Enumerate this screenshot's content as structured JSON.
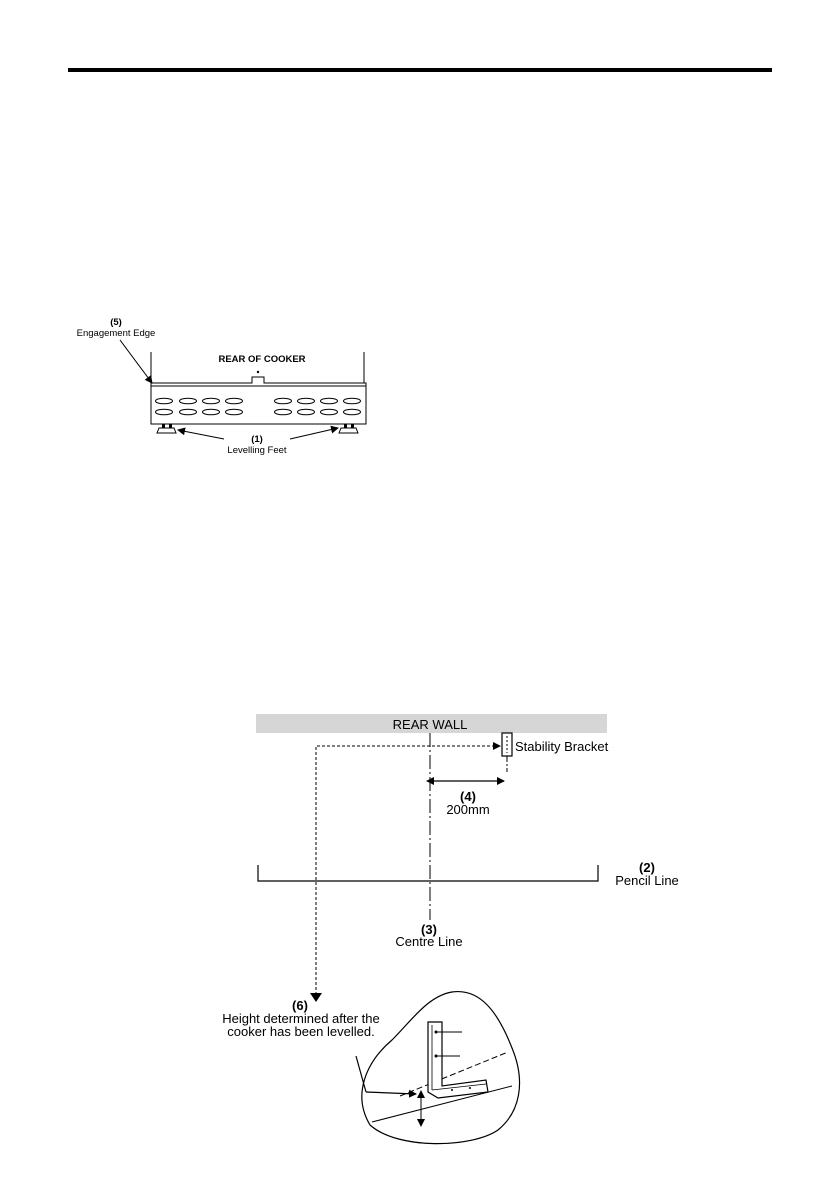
{
  "figure1": {
    "engagement_edge": {
      "number": "(5)",
      "label": "Engagement Edge"
    },
    "rear_of_cooker": "REAR OF COOKER",
    "levelling_feet": {
      "number": "(1)",
      "label": "Levelling Feet"
    }
  },
  "figure2": {
    "rear_wall": "REAR WALL",
    "stability_bracket": "Stability Bracket",
    "distance": {
      "number": "(4)",
      "label": "200mm"
    },
    "pencil_line": {
      "number": "(2)",
      "label": "Pencil Line"
    },
    "centre_line": {
      "number": "(3)",
      "label": "Centre Line"
    },
    "height_note": {
      "number": "(6)",
      "line1": "Height determined after the",
      "line2": "cooker has been levelled."
    }
  }
}
